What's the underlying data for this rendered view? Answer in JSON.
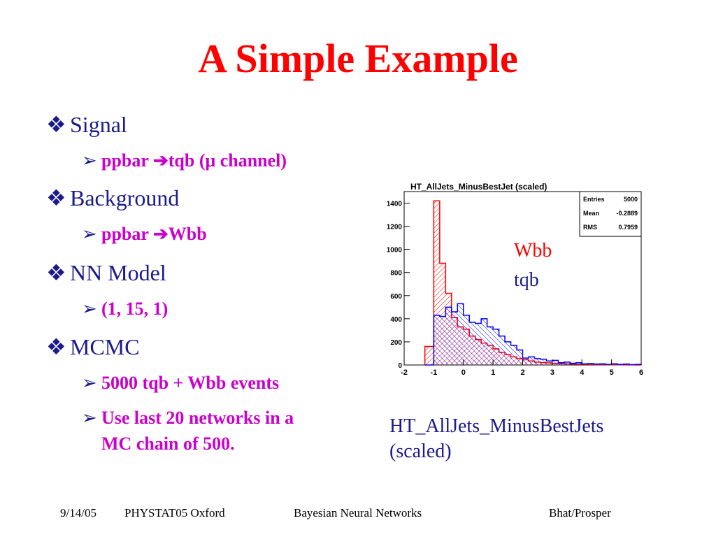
{
  "slide": {
    "title": "A Simple Example",
    "bullets": [
      {
        "label": "Signal",
        "subs": [
          {
            "prefix": "ppbar ",
            "rest": "tqb",
            "paren": "(μ channel)"
          }
        ]
      },
      {
        "label": "Background",
        "subs": [
          {
            "prefix": "ppbar ",
            "rest": "Wbb"
          }
        ]
      },
      {
        "label": "NN Model",
        "subs": [
          {
            "text": "(1, 15, 1)"
          }
        ]
      },
      {
        "label": "MCMC",
        "subs": [
          {
            "text": "5000 tqb + Wbb events"
          },
          {
            "line1": "Use last 20 networks in a",
            "line2": "MC chain of 500."
          }
        ]
      }
    ],
    "legend": {
      "wbb": "Wbb",
      "tqb": "tqb"
    },
    "caption": {
      "line1": "HT_AllJets_MinusBestJets",
      "line2": "(scaled)"
    },
    "footer": {
      "date": "9/14/05",
      "conf": "PHYSTAT05 Oxford",
      "topic": "Bayesian Neural Networks",
      "authors": "Bhat/Prosper"
    },
    "colors": {
      "title": "#ff0000",
      "text": "#1a1a8c",
      "sub": "#cc00cc",
      "wbb": "#ff0000",
      "tqb": "#0000ff"
    }
  },
  "chart_data": {
    "type": "bar",
    "title": "HT_AllJets_MinusBestJet (scaled)",
    "xlim": [
      -2,
      6
    ],
    "ylim": [
      0,
      1500
    ],
    "xticks": [
      -2,
      -1,
      0,
      1,
      2,
      3,
      4,
      5,
      6
    ],
    "yticks": [
      0,
      200,
      400,
      600,
      800,
      1000,
      1200,
      1400
    ],
    "stats": {
      "Entries": "5000",
      "Mean": "-0.2889",
      "RMS": "0.7959"
    },
    "bin_edges": [
      -1.3,
      -1.0,
      -0.8,
      -0.6,
      -0.4,
      -0.2,
      0.0,
      0.2,
      0.4,
      0.6,
      0.8,
      1.0,
      1.2,
      1.4,
      1.6,
      1.8,
      2.0,
      2.2,
      2.4,
      2.6,
      2.8,
      3.0,
      3.2,
      3.4,
      3.6,
      3.8,
      4.0,
      4.2,
      4.4,
      4.6,
      4.8,
      5.0,
      5.2,
      5.4,
      5.6,
      5.8,
      6.0
    ],
    "series": [
      {
        "name": "Wbb",
        "color": "#ff0000",
        "values": [
          160,
          1420,
          880,
          620,
          410,
          330,
          310,
          250,
          220,
          190,
          170,
          140,
          110,
          90,
          70,
          55,
          45,
          35,
          25,
          20,
          18,
          14,
          12,
          10,
          8,
          6,
          5,
          4,
          3,
          3,
          2,
          2,
          2,
          1,
          1,
          0
        ]
      },
      {
        "name": "tqb",
        "color": "#0000ff",
        "values": [
          0,
          430,
          420,
          500,
          460,
          530,
          430,
          370,
          360,
          400,
          330,
          310,
          250,
          200,
          170,
          130,
          60,
          70,
          55,
          50,
          35,
          40,
          20,
          25,
          15,
          20,
          10,
          12,
          8,
          10,
          5,
          10,
          5,
          8,
          3,
          5
        ]
      }
    ]
  }
}
